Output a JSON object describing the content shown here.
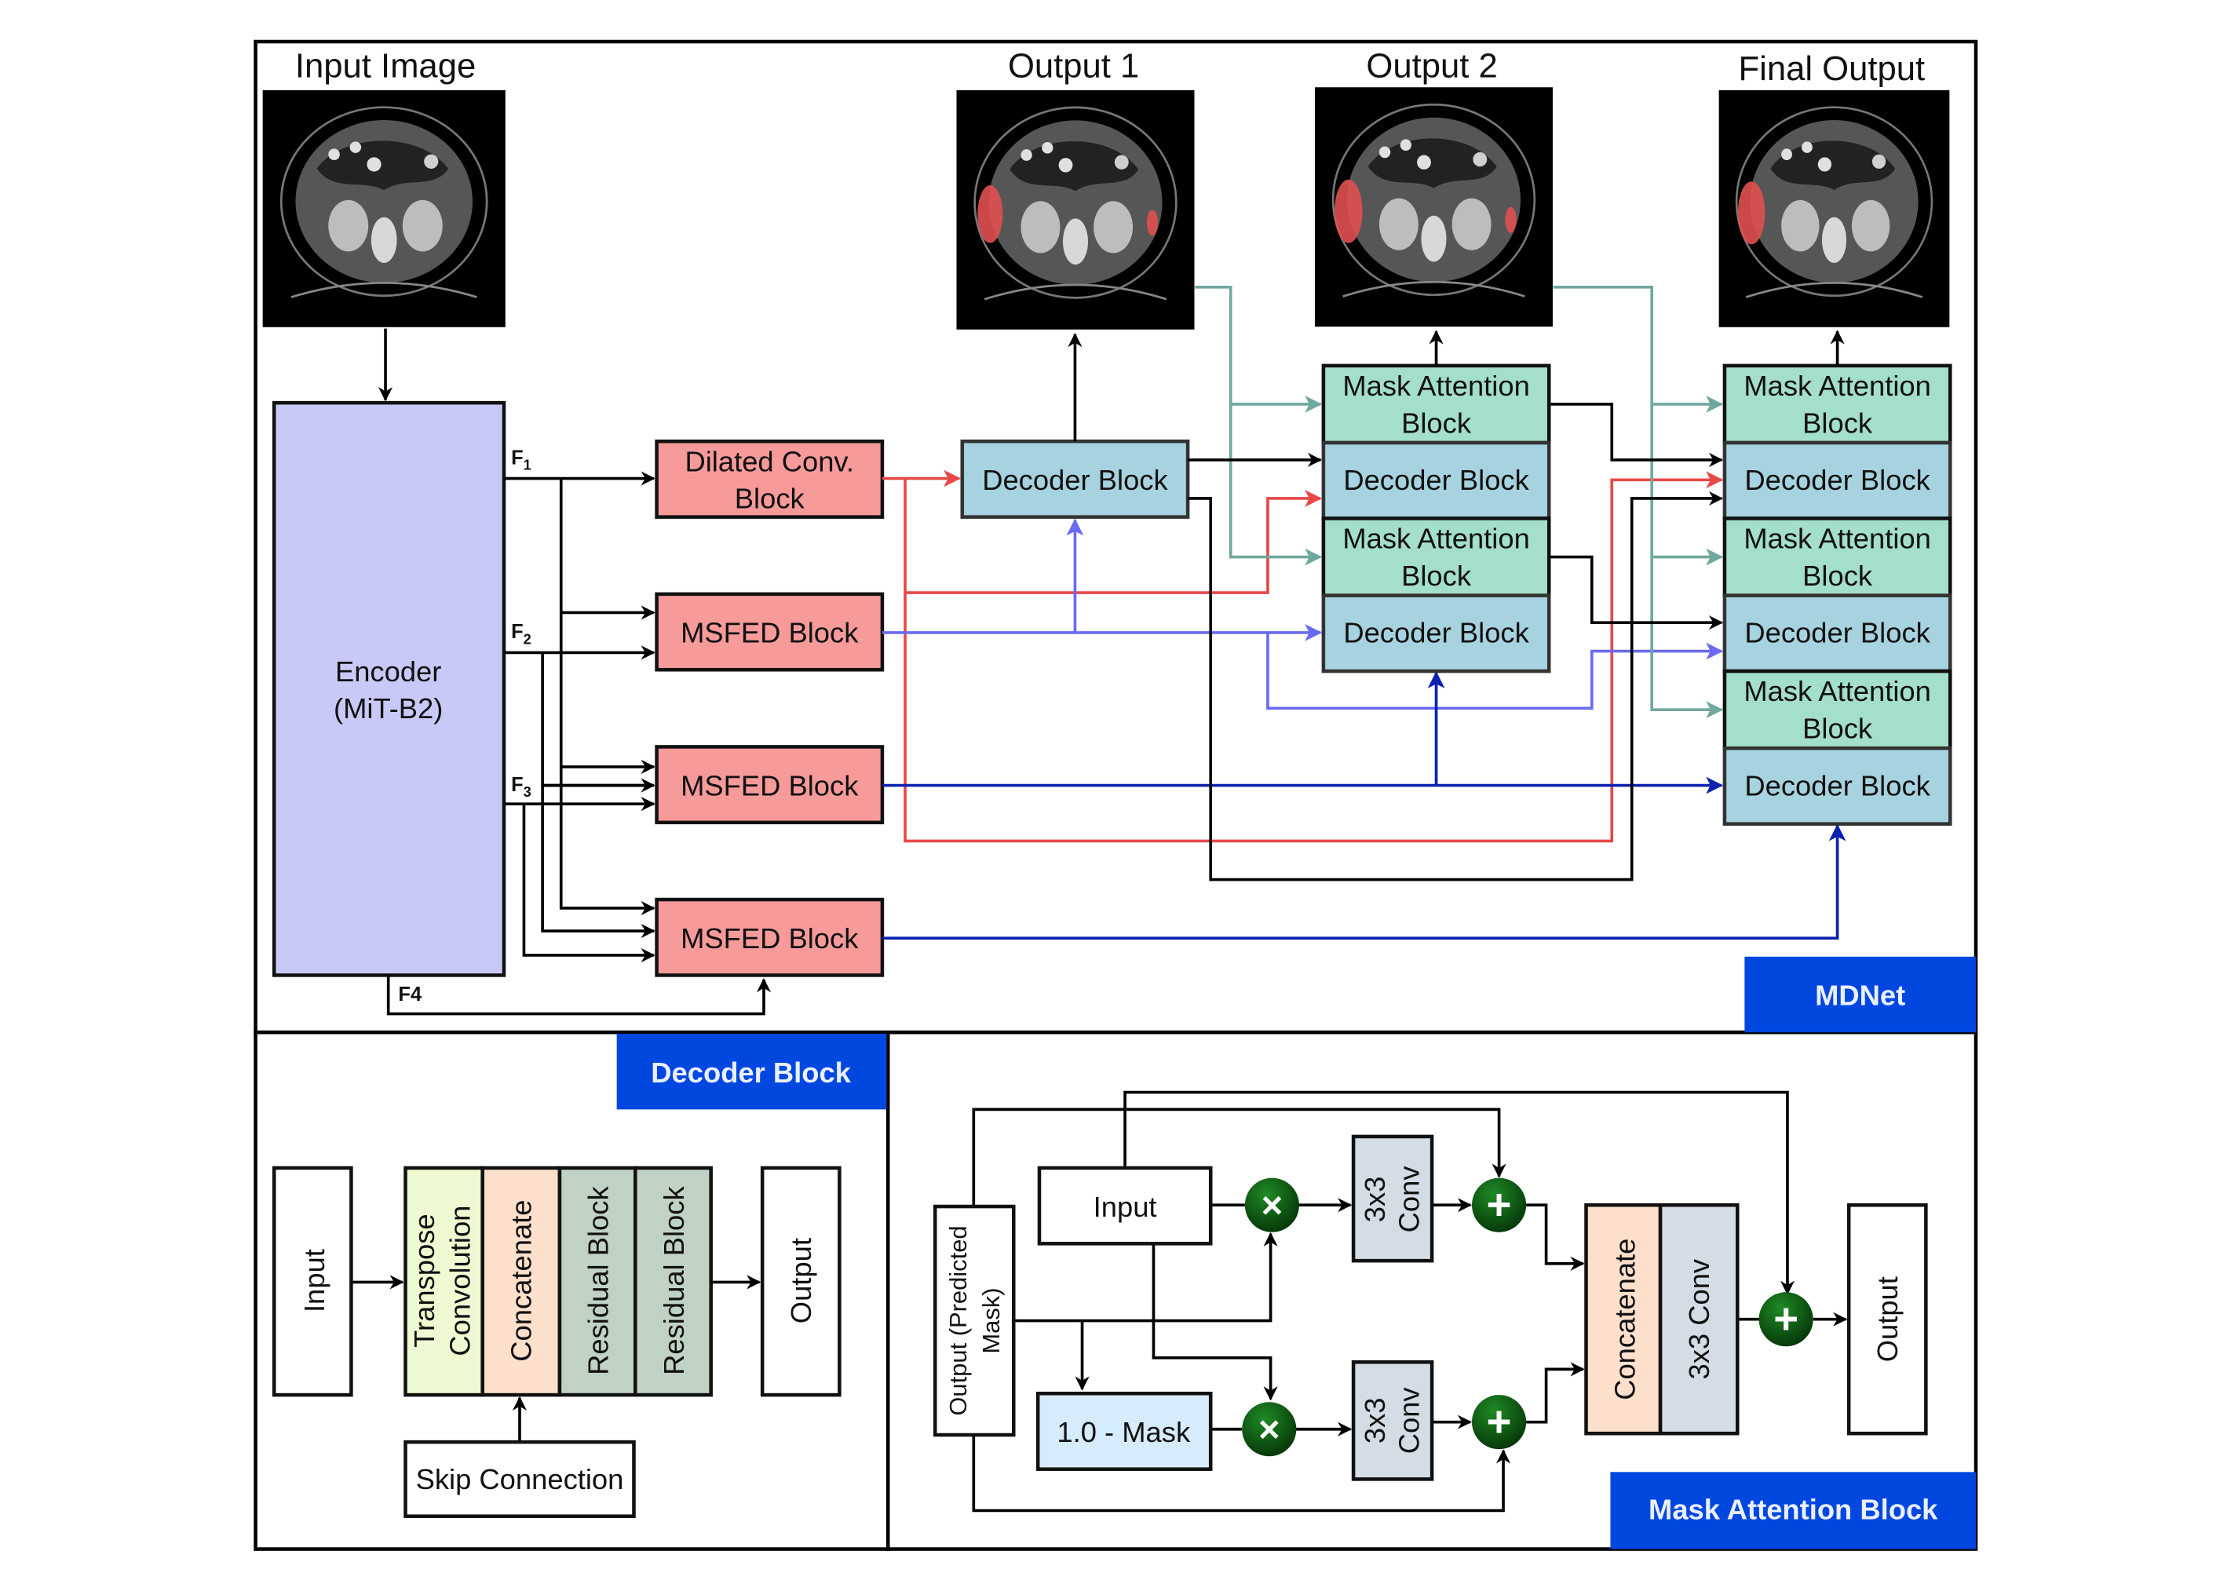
{
  "title": "MDNet",
  "panels": {
    "mdnet_tag": "MDNet",
    "decoder_tag": "Decoder Block",
    "mask_attention_tag": "Mask Attention Block"
  },
  "images": {
    "input": "Input Image",
    "output1": "Output 1",
    "output2": "Output 2",
    "final": "Final Output"
  },
  "encoder": {
    "line1": "Encoder",
    "line2": "(MiT-B2)"
  },
  "features": [
    {
      "main": "F",
      "sub": "1"
    },
    {
      "main": "F",
      "sub": "2"
    },
    {
      "main": "F",
      "sub": "3"
    },
    {
      "main": "F4",
      "sub": ""
    }
  ],
  "blocks": {
    "dilated_line1": "Dilated Conv.",
    "dilated_line2": "Block",
    "msfed": "MSFED Block",
    "decoder": "Decoder Block",
    "mask_attention_line1": "Mask Attention",
    "mask_attention_line2": "Block"
  },
  "decoder_detail": {
    "input": "Input",
    "transpose_line1": "Transpose",
    "transpose_line2": "Convolution",
    "concatenate": "Concatenate",
    "residual1": "Residual Block",
    "residual2": "Residual Block",
    "output": "Output",
    "skip": "Skip Connection"
  },
  "mask_detail": {
    "predicted_line1": "Output (Predicted",
    "predicted_line2": "Mask)",
    "input": "Input",
    "one_minus_mask": "1.0 - Mask",
    "conv_line1": "3x3",
    "conv_line2": "Conv",
    "concatenate": "Concatenate",
    "conv_full": "3x3 Conv",
    "output": "Output",
    "multiply_symbol": "×",
    "add_symbol": "+"
  },
  "colors": {
    "encoder": "#c9c9f7",
    "msfed": "#f79a9a",
    "decoder": "#a6d3df",
    "mask_attention": "#a3dfc9",
    "tag_blue": "#0047e0",
    "red_line": "#e84848",
    "teal_line": "#6fa89f",
    "light_blue_line": "#6a6af0",
    "dark_blue_line": "#0b22b0",
    "transpose": "#eefbd2",
    "concat": "#fce0cc",
    "residual": "#c0d2c4",
    "conv_gray": "#d4dce6",
    "one_minus": "#d6ebfb",
    "op_green": "#0d5d12"
  }
}
